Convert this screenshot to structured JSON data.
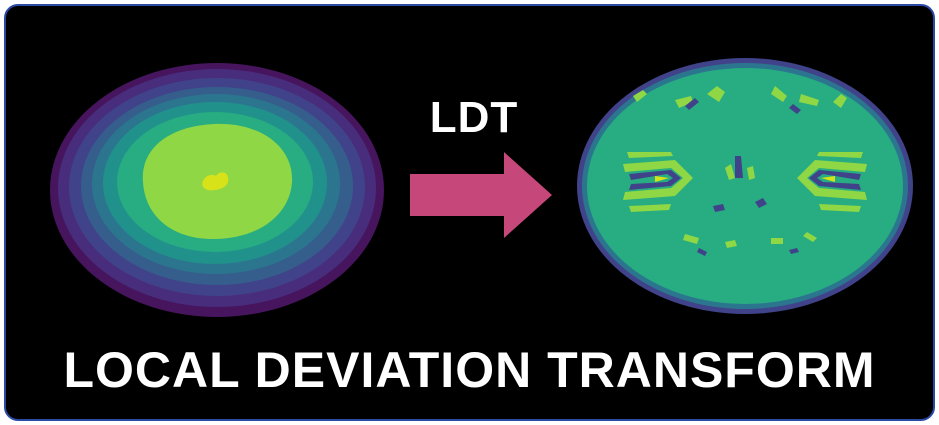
{
  "header": {
    "transform_label": "LDT"
  },
  "footer": {
    "caption": "LOCAL DEVIATION TRANSFORM"
  },
  "colors": {
    "panel_background": "#000000",
    "panel_border": "#2b4aa6",
    "arrow": "#c6487a",
    "text": "#ffffff",
    "viridis_dark_purple": "#46155e",
    "viridis_purple": "#482d7c",
    "viridis_blue_purple": "#404389",
    "viridis_blue": "#355e8c",
    "viridis_teal_blue": "#2b768e",
    "viridis_teal": "#21918c",
    "viridis_green_teal": "#27ad81",
    "viridis_green": "#5cc863",
    "viridis_light_green": "#8fd744",
    "viridis_yellow": "#d7e219"
  },
  "images": {
    "input": "concentric-ellipse-colormap",
    "output": "ldt-transformed-ellipse-colormap"
  },
  "icons": {
    "arrow": "right-arrow-icon"
  }
}
